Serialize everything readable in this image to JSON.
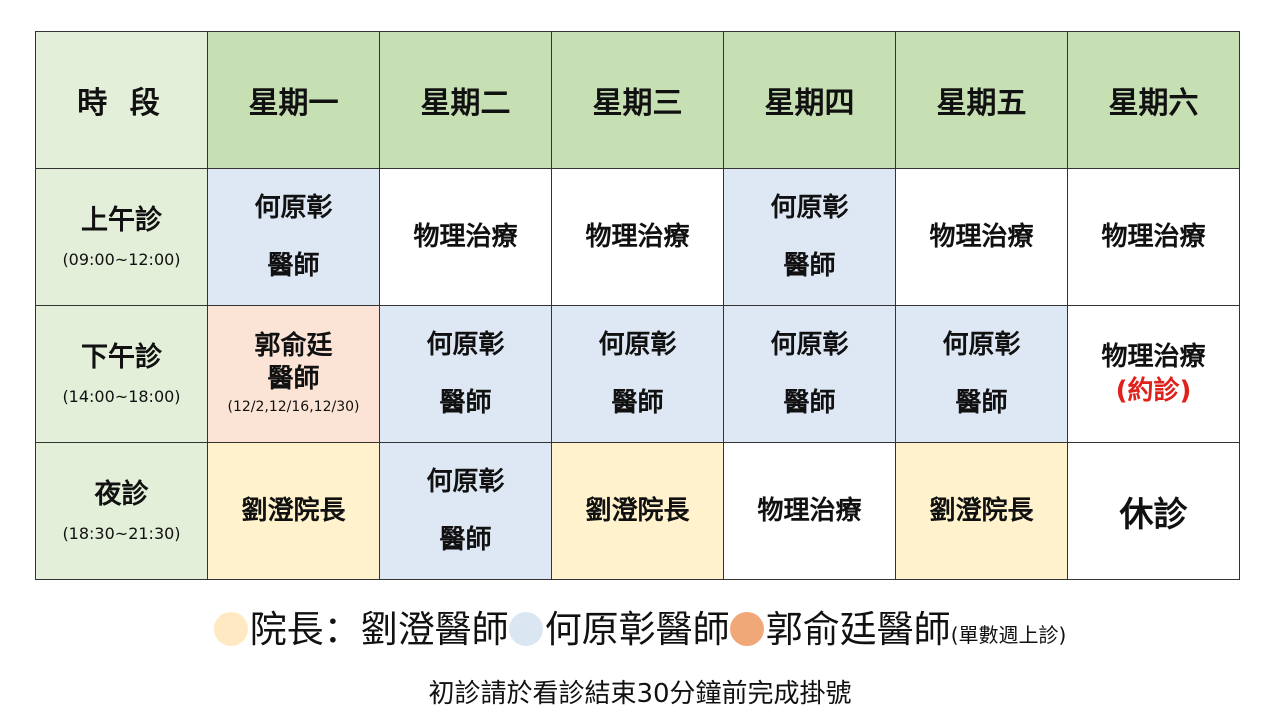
{
  "header": {
    "time_label": "時 段",
    "days": [
      "星期一",
      "星期二",
      "星期三",
      "星期四",
      "星期五",
      "星期六"
    ]
  },
  "rows": [
    {
      "session": "上午診",
      "hours": "(09:00~12:00)",
      "cells": [
        {
          "lines": [
            "何原彰",
            "醫師"
          ]
        },
        {
          "lines": [
            "物理治療"
          ]
        },
        {
          "lines": [
            "物理治療"
          ]
        },
        {
          "lines": [
            "何原彰",
            "醫師"
          ]
        },
        {
          "lines": [
            "物理治療"
          ]
        },
        {
          "lines": [
            "物理治療"
          ]
        }
      ]
    },
    {
      "session": "下午診",
      "hours": "(14:00~18:00)",
      "cells": [
        {
          "lines": [
            "郭俞廷",
            "醫師"
          ],
          "note": "(12/2,12/16,12/30)"
        },
        {
          "lines": [
            "何原彰",
            "醫師"
          ]
        },
        {
          "lines": [
            "何原彰",
            "醫師"
          ]
        },
        {
          "lines": [
            "何原彰",
            "醫師"
          ]
        },
        {
          "lines": [
            "何原彰",
            "醫師"
          ]
        },
        {
          "lines": [
            "物理治療"
          ],
          "red": "(約診)"
        }
      ]
    },
    {
      "session": "夜診",
      "hours": "(18:30~21:30)",
      "cells": [
        {
          "lines": [
            "劉澄院長"
          ]
        },
        {
          "lines": [
            "何原彰",
            "醫師"
          ]
        },
        {
          "lines": [
            "劉澄院長"
          ]
        },
        {
          "lines": [
            "物理治療"
          ]
        },
        {
          "lines": [
            "劉澄院長"
          ]
        },
        {
          "lines": [
            "休診"
          ]
        }
      ]
    }
  ],
  "legend": {
    "director": "院長：劉澄醫師",
    "doctor_ho": "何原彰醫師",
    "doctor_kuo": "郭俞廷醫師",
    "kuo_note": "(單數週上診)"
  },
  "footer_note": "初診請於看診結束30分鐘前完成掛號",
  "colors": {
    "header_green": "#c6e0b4",
    "light_green": "#e3efd9",
    "ho_blue": "#dde8f4",
    "kuo_peach": "#fbe4d6",
    "director_yellow": "#fff2cc",
    "legend_yellow_dot": "#ffe9c2",
    "legend_blue_dot": "#dbe6f3",
    "legend_orange_dot": "#f0a878",
    "red_text": "#e0201b"
  }
}
